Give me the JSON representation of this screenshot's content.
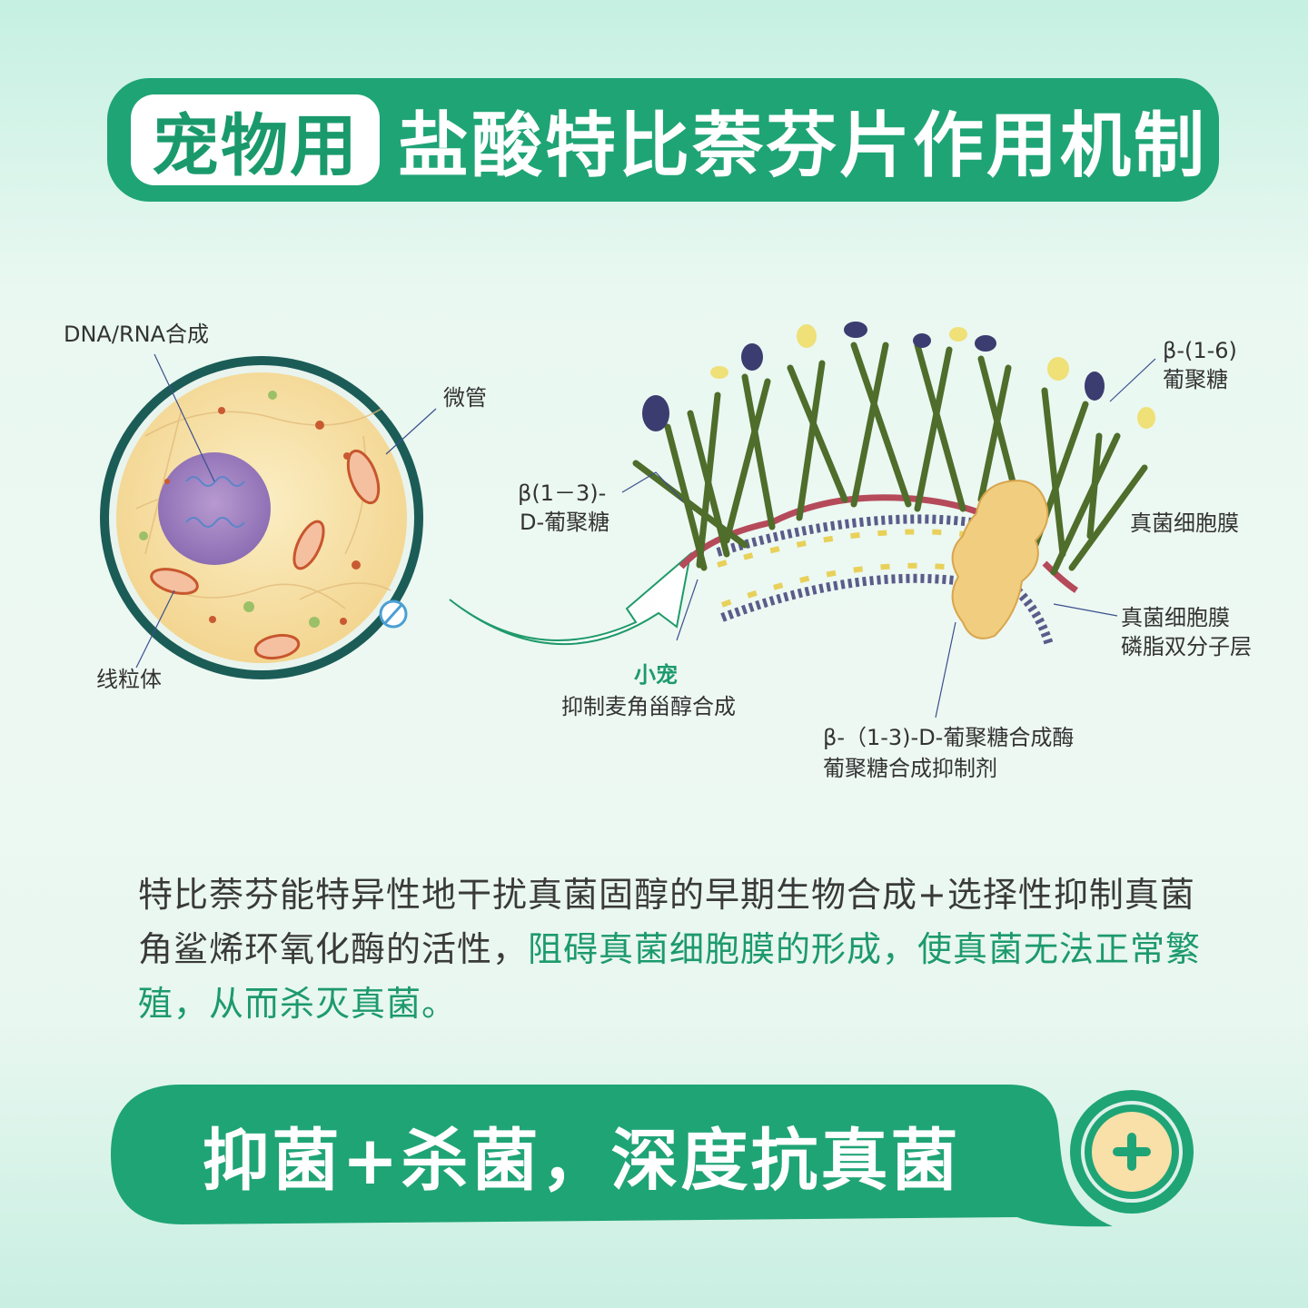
{
  "header": {
    "tag": "宠物用",
    "title": "盐酸特比萘芬片作用机制"
  },
  "diagram": {
    "cell_labels": {
      "dna_rna": "DNA/RNA合成",
      "microtubule": "微管",
      "mitochondria": "线粒体"
    },
    "membrane_labels": {
      "beta16_line1": "β-(1-6)",
      "beta16_line2": "葡聚糖",
      "beta13_line1": "β(1－3)-",
      "beta13_line2": "D-葡聚糖",
      "fungal_membrane": "真菌细胞膜",
      "bilayer_line1": "真菌细胞膜",
      "bilayer_line2": "磷脂双分子层",
      "xiaochong": "小宠",
      "ergosterol": "抑制麦角甾醇合成",
      "synthase_line1": "β-（1-3)-D-葡聚糖合成酶",
      "synthase_line2": "葡聚糖合成抑制剂"
    }
  },
  "description": {
    "normal": "特比萘芬能特异性地干扰真菌固醇的早期生物合成+选择性抑制真菌角鲨烯环氧化酶的活性，",
    "highlight": "阻碍真菌细胞膜的形成，使真菌无法正常繁殖，从而杀灭真菌。"
  },
  "footer": {
    "slogan": "抑菌+杀菌，深度抗真菌",
    "badge_icon": "plus-icon"
  },
  "colors": {
    "brand_green": "#1fa476",
    "highlight_green": "#1d9a6c",
    "badge_fill": "#f9dfa8"
  }
}
